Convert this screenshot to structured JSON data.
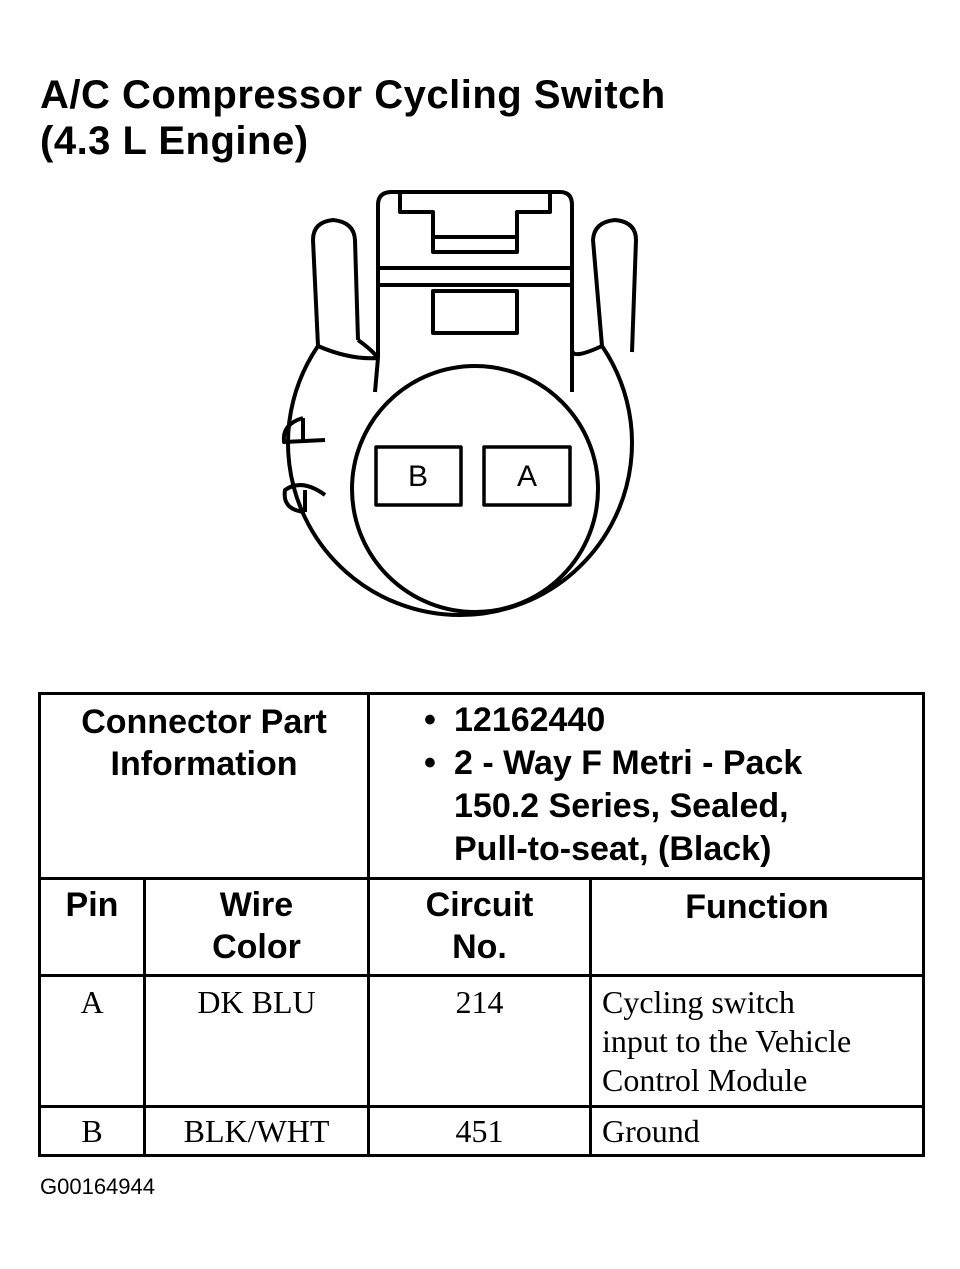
{
  "title": {
    "line1": "A/C Compressor Cycling Switch",
    "line2": "(4.3 L Engine)"
  },
  "connector": {
    "pins": [
      "B",
      "A"
    ]
  },
  "table": {
    "part_info": {
      "label_line1": "Connector Part",
      "label_line2": "Information",
      "bullet_symbol": "•",
      "part_number": "12162440",
      "description_line1": "2 - Way F Metri - Pack",
      "description_line2": "150.2 Series, Sealed,",
      "description_line3": "Pull-to-seat, (Black)"
    },
    "headers": {
      "pin": "Pin",
      "wire_line1": "Wire",
      "wire_line2": "Color",
      "circuit_line1": "Circuit",
      "circuit_line2": "No.",
      "function": "Function"
    },
    "rows": [
      {
        "pin": "A",
        "wire_color": "DK BLU",
        "circuit": "214",
        "function_line1": "Cycling switch",
        "function_line2": "input to the Vehicle",
        "function_line3": "Control Module"
      },
      {
        "pin": "B",
        "wire_color": "BLK/WHT",
        "circuit": "451",
        "function_line1": "Ground"
      }
    ]
  },
  "figure_id": "G00164944"
}
